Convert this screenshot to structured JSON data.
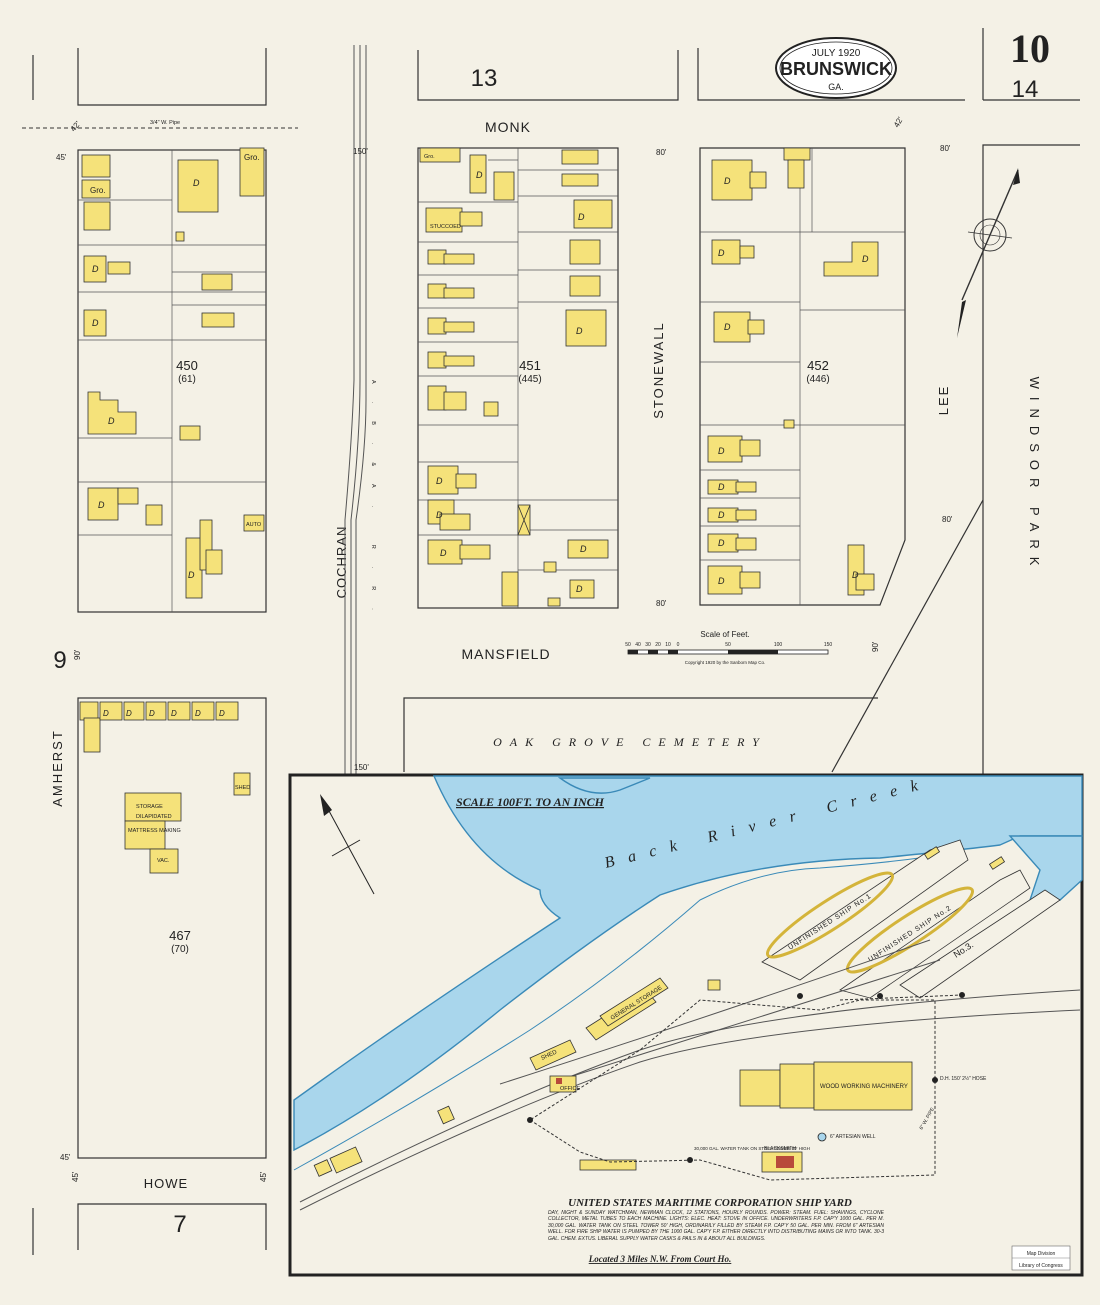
{
  "header": {
    "date": "JULY 1920",
    "city": "BRUNSWICK",
    "state": "GA.",
    "sheet_number": "10",
    "adjacent_sheet_right": "14",
    "adjacent_sheet_top": "13",
    "adjacent_sheet_left": "9",
    "adjacent_sheet_bottom": "7"
  },
  "streets": {
    "monk": "MONK",
    "mansfield": "MANSFIELD",
    "howe": "HOWE",
    "cochran": "COCHRAN",
    "stonewall": "STONEWALL",
    "lee": "LEE",
    "amherst": "AMHERST",
    "windsor_park": "WINDSOR PARK",
    "cemetery": "OAK GROVE CEMETERY",
    "railroad": "A.B.&A. R.R."
  },
  "blocks": {
    "b450": "450",
    "b450_old": "(61)",
    "b451": "451",
    "b451_old": "(445)",
    "b452": "452",
    "b452_old": "(446)",
    "b467": "467",
    "b467_old": "(70)"
  },
  "dims": {
    "d42a": "42'",
    "d45a": "45'",
    "d150a": "150'",
    "d80a": "80'",
    "d42b": "42'",
    "d80b": "80'",
    "d80c": "80'",
    "d80d": "80'",
    "d90a": "90'",
    "d90b": "90'",
    "d150b": "150'",
    "d45b": "45'",
    "d45c": "45'",
    "d45d": "45'"
  },
  "labels": {
    "gro": "Gro.",
    "stuccoed": "STUCCOED",
    "auto": "AUTO",
    "dwelling": "D",
    "storage": "STORAGE",
    "dilapidated": "DILAPIDATED",
    "mattress": "MATTRESS MAKING",
    "vac": "VAC.",
    "shed": "SHED",
    "sw_pipe": "3/4\" W. Pipe"
  },
  "scale": {
    "title": "Scale of Feet.",
    "ticks": [
      "50",
      "40",
      "30",
      "20",
      "10",
      "0",
      "50",
      "100",
      "150"
    ],
    "copyright": "Copyright 1920 by the Sanborn Map Co."
  },
  "inset": {
    "scale_note": "SCALE 100FT. TO AN INCH",
    "creek_name": "Back River Creek",
    "title": "UNITED STATES MARITIME CORPORATION SHIP YARD",
    "description": "DAY, NIGHT & SUNDAY WATCHMAN, NEWMAN CLOCK, 12 STATIONS, HOURLY ROUNDS. POWER: STEAM. FUEL: SHAVINGS, CYCLONE COLLECTOR, METAL TUBES TO EACH MACHINE. LIGHTS: ELEC. HEAT: STOVE IN OFFICE. UNDERWRITERS F.P. CAP'Y 1000 GAL. PER M. 30,000 GAL. WATER TANK ON STEEL TOWER 50' HIGH, ORDINARILY FILLED BY STEAM F.P. CAP'Y 50 GAL. PER MIN. FROM 6\" ARTESIAN WELL. FOR FIRE SHIP WATER IS PUMPED BY THE 1000 GAL. CAP'Y F.P. EITHER DIRECTLY INTO DISTRIBUTING MAINS OR INTO TANK. 30-3 GAL. CHEM. EXTUS. LIBERAL SUPPLY WATER CASKS & PAILS IN & ABOUT ALL BUILDINGS.",
    "location": "Located 3 Miles N.W. From Court Ho.",
    "ship1": "UNFINISHED SHIP No.1",
    "ship2": "UNFINISHED SHIP No.2",
    "ways3": "No.3.",
    "storage": "GENERAL STORAGE",
    "shed": "SHED",
    "office": "OFFICE",
    "woodworking": "WOOD WORKING MACHINERY",
    "blacksmith": "BLACKSMITH",
    "well": "6\" ARTESIAN WELL",
    "tank": "30,000 GAL. WATER TANK ON STEEL TOWER 50' HIGH",
    "hose": "D.H. 150' 2½\" HOSE",
    "pipe": "6\" W. PIPE"
  },
  "stamp": {
    "line1": "Map Division",
    "line2": "Library of Congress"
  },
  "colors": {
    "paper": "#f4f1e6",
    "frame_building": "#f5e27a",
    "water": "#a9d6ec"
  }
}
